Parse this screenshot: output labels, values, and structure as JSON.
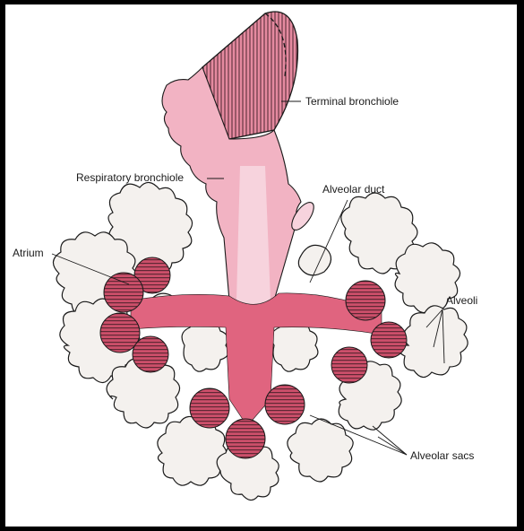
{
  "labels": {
    "terminal_bronchiole": "Terminal bronchiole",
    "respiratory_bronchiole": "Respiratory bronchiole",
    "alveolar_duct": "Alveolar duct",
    "atrium": "Atrium",
    "alveoli": "Alveoli",
    "alveolar_sacs": "Alveolar sacs"
  },
  "colors": {
    "bronchiole": "#f2b3c3",
    "bronchiole_light": "#f7d3dd",
    "duct": "#e0647f",
    "sac": "#cc4f6a",
    "alveoli_fill": "#f4f1ee",
    "outline": "#1a1a1a"
  }
}
